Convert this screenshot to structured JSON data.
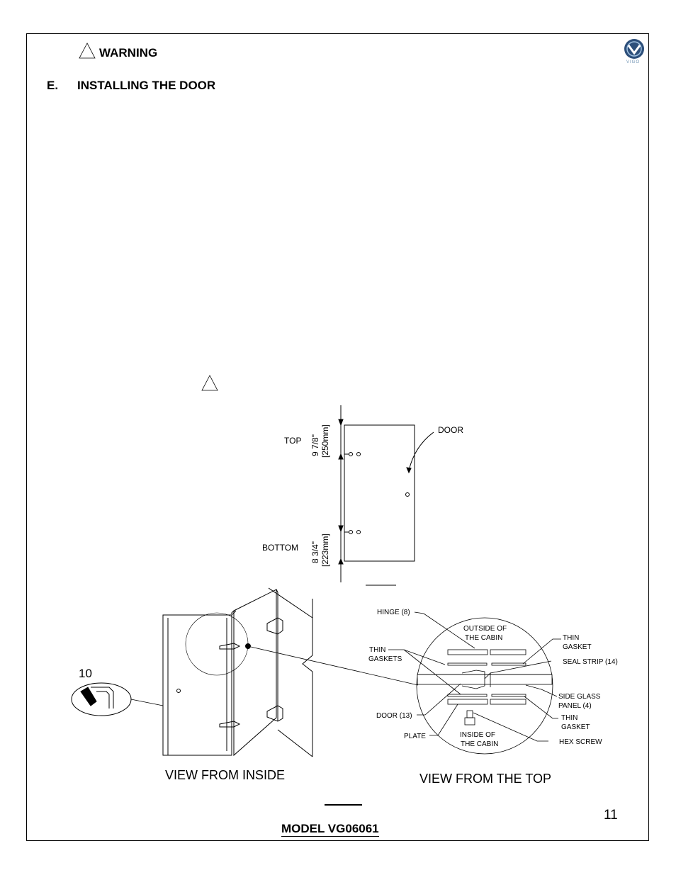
{
  "header": {
    "warning_label": "WARNING",
    "section_letter": "E.",
    "section_title": "INSTALLING THE DOOR",
    "logo_text": "VIGO"
  },
  "hinge_diagram": {
    "top_label": "TOP",
    "bottom_label": "BOTTOM",
    "door_label": "DOOR",
    "top_dim_in": "9 7/8\"",
    "top_dim_mm": "[250mm]",
    "bottom_dim_in": "8 3/4\"",
    "bottom_dim_mm": "[223mm]"
  },
  "inside_view": {
    "part_number": "10",
    "caption": "VIEW FROM INSIDE"
  },
  "top_view": {
    "caption": "VIEW FROM THE TOP",
    "labels": {
      "hinge": "HINGE (8)",
      "outside": [
        "OUTSIDE OF",
        "THE CABIN"
      ],
      "thin_gasket_right": [
        "THIN",
        "GASKET"
      ],
      "thin_gaskets_left": [
        "THIN",
        "GASKETS"
      ],
      "seal_strip": "SEAL STRIP (14)",
      "side_glass": [
        "SIDE GLASS",
        "PANEL (4)"
      ],
      "door": "DOOR (13)",
      "thin_gasket_bottom": [
        "THIN",
        "GASKET"
      ],
      "plate": "PLATE",
      "inside": [
        "INSIDE OF",
        "THE CABIN"
      ],
      "hex_screw": "HEX SCREW"
    }
  },
  "footer": {
    "page_number": "11",
    "model": "MODEL VG06061"
  }
}
